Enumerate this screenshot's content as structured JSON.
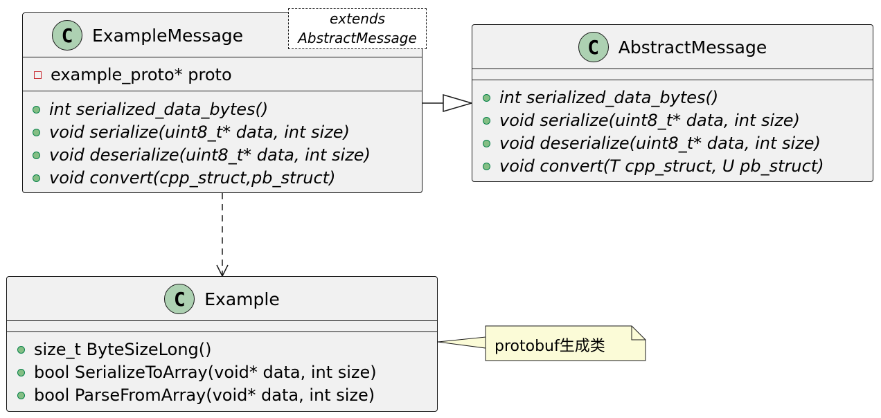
{
  "classes": {
    "example_message": {
      "name": "ExampleMessage",
      "icon_letter": "C",
      "icon": "class-icon",
      "stereotype": [
        "extends",
        "AbstractMessage"
      ],
      "fields": [
        {
          "visibility": "private",
          "text": "example_proto* proto"
        }
      ],
      "methods": [
        {
          "visibility": "public",
          "text": "int serialized_data_bytes()"
        },
        {
          "visibility": "public",
          "text": "void serialize(uint8_t* data, int size)"
        },
        {
          "visibility": "public",
          "text": "void deserialize(uint8_t* data, int size)"
        },
        {
          "visibility": "public",
          "text": "void convert(cpp_struct,pb_struct)"
        }
      ]
    },
    "abstract_message": {
      "name": "AbstractMessage",
      "icon_letter": "C",
      "icon": "class-icon",
      "methods": [
        {
          "visibility": "public",
          "text": "int serialized_data_bytes()"
        },
        {
          "visibility": "public",
          "text": "void serialize(uint8_t* data, int size)"
        },
        {
          "visibility": "public",
          "text": "void deserialize(uint8_t* data, int size)"
        },
        {
          "visibility": "public",
          "text": "void convert(T cpp_struct, U pb_struct)"
        }
      ]
    },
    "example": {
      "name": "Example",
      "icon_letter": "C",
      "icon": "class-icon",
      "methods": [
        {
          "visibility": "public",
          "text": "size_t ByteSizeLong()"
        },
        {
          "visibility": "public",
          "text": "bool SerializeToArray(void* data, int size)"
        },
        {
          "visibility": "public",
          "text": "bool ParseFromArray(void* data, int size)"
        }
      ]
    }
  },
  "note": {
    "text": "protobuf生成类"
  },
  "relations": [
    {
      "from": "ExampleMessage",
      "to": "AbstractMessage",
      "type": "realization"
    },
    {
      "from": "ExampleMessage",
      "to": "Example",
      "type": "dependency"
    }
  ],
  "colors": {
    "class_fill": "#f1f1f1",
    "class_border": "#181818",
    "class_icon": "#add1b2",
    "public_marker": "#84be84",
    "private_marker": "#c82930",
    "note_fill": "#fbfbd7"
  }
}
